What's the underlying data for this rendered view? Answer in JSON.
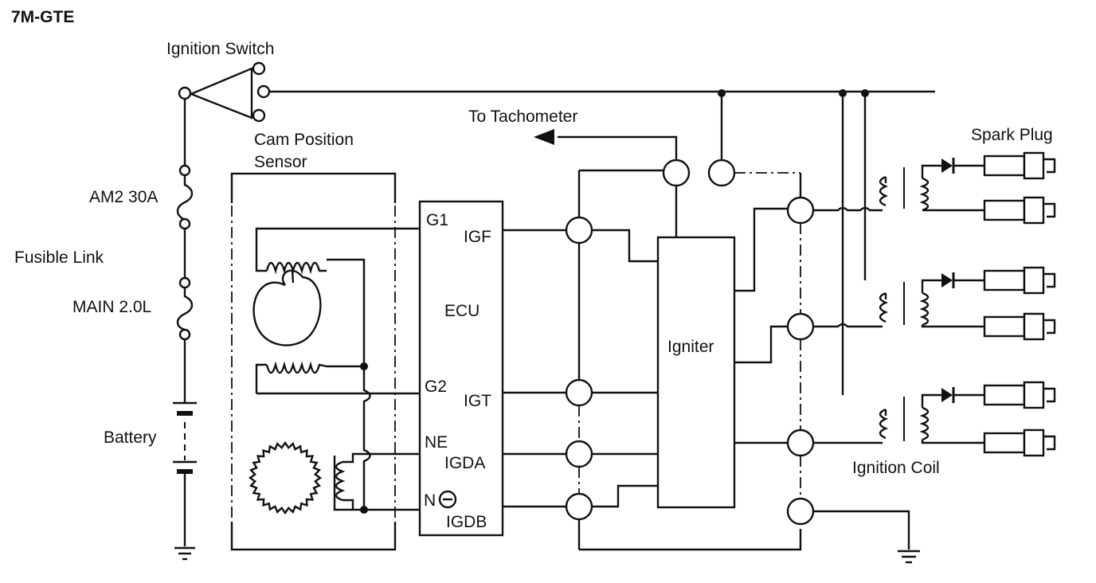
{
  "title": "7M-GTE",
  "labels": {
    "ignition_switch": "Ignition Switch",
    "cam_position_sensor_1": "Cam Position",
    "cam_position_sensor_2": "Sensor",
    "to_tachometer": "To Tachometer",
    "spark_plug": "Spark Plug",
    "am2": "AM2 30A",
    "fusible_link": "Fusible Link",
    "main": "MAIN 2.0L",
    "battery": "Battery",
    "ignition_coil": "Ignition Coil",
    "ecu": "ECU",
    "igniter": "Igniter"
  },
  "ecu_pins": {
    "g1": "G1",
    "igf": "IGF",
    "g2": "G2",
    "igt": "IGT",
    "ne": "NE",
    "igda": "IGDA",
    "n_minus": "N",
    "igdb": "IGDB"
  }
}
